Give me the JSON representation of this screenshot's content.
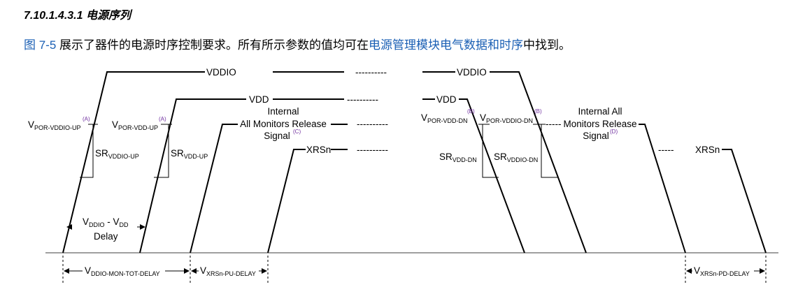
{
  "heading": {
    "number": "7.10.1.4.3.1",
    "title": "电源序列"
  },
  "intro": {
    "link1": "图 7-5",
    "text1": " 展示了器件的电源时序控制要求。所有所示参数的值均可在",
    "link2": "电源管理模块电气数据和时序",
    "text2": "中找到。"
  },
  "diagram": {
    "vddio": "VDDIO",
    "vdd": "VDD",
    "xrsn": "XRSn",
    "dots": "----------",
    "dash_short": "-----",
    "monitors_up": [
      "Internal",
      "All Monitors Release",
      "Signal"
    ],
    "monitors_dn": [
      "Internal All",
      "Monitors Release",
      "Signal"
    ],
    "note_a": "(A)",
    "note_b": "(B)",
    "note_c": "(C)",
    "note_d": "(D)",
    "v": "V",
    "sr": "SR",
    "sub_por_vddio_up": "POR-VDDIO-UP",
    "sub_por_vdd_up": "POR-VDD-UP",
    "sub_por_vdd_dn": "POR-VDD-DN",
    "sub_por_vddio_dn": "POR-VDDIO-DN",
    "sub_vddio_up": "VDDIO-UP",
    "sub_vdd_up": "VDD-UP",
    "sub_vdd_dn": "VDD-DN",
    "sub_vddio_dn": "VDDIO-DN",
    "delay_v1": "V",
    "delay_sub1": "DDIO",
    "delay_mid": " - V",
    "delay_sub2": "DD",
    "delay_word": "Delay",
    "sub_mon_tot": "DDIO-MON-TOT-DELAY",
    "sub_xrsn_pu": "XRSn-PU-DELAY",
    "sub_xrsn_pd": "XRSn-PD-DELAY"
  }
}
